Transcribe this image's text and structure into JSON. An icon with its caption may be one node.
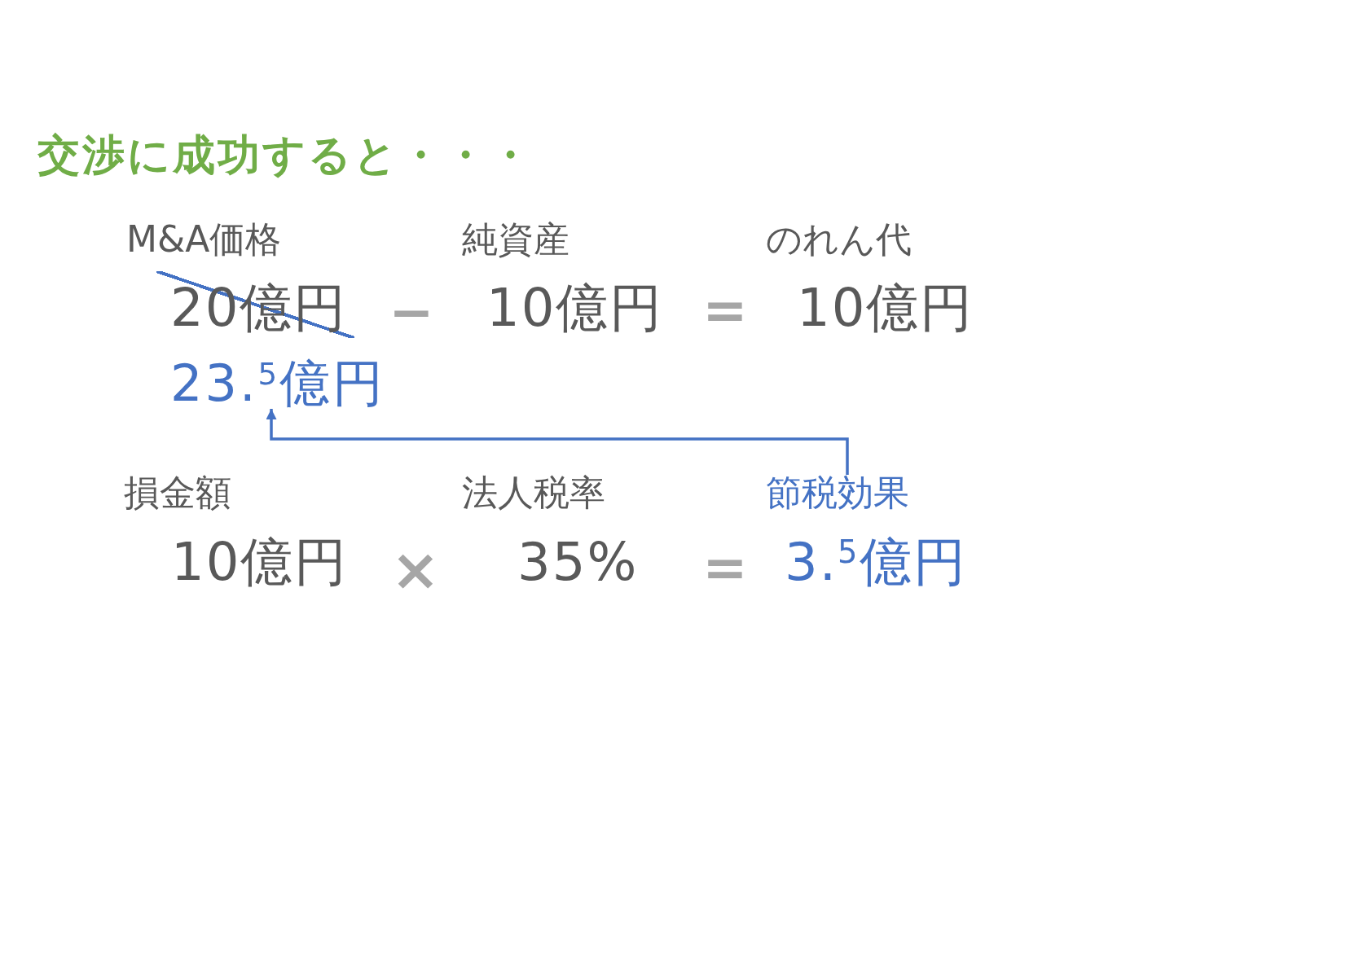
{
  "diagram": {
    "title": "交渉に成功すると・・・",
    "nodes": [
      {
        "text": [
          "23.$^{5}$億円"
        ]
      },
      {
        "text": [
          "節税効果"
        ]
      }
    ],
    "edges": [
      {
        "from": 1,
        "to": 0,
        "arrow": "to",
        "color": "#4472c4"
      }
    ],
    "labels": [
      "M&A価格",
      "純資産",
      "のれん代",
      "20億円",
      "−",
      "10億円",
      "=",
      "10億円",
      "損金額",
      "法人税率",
      "10億円",
      "×",
      "35%",
      "=",
      "3.$^{5}$億円"
    ]
  }
}
